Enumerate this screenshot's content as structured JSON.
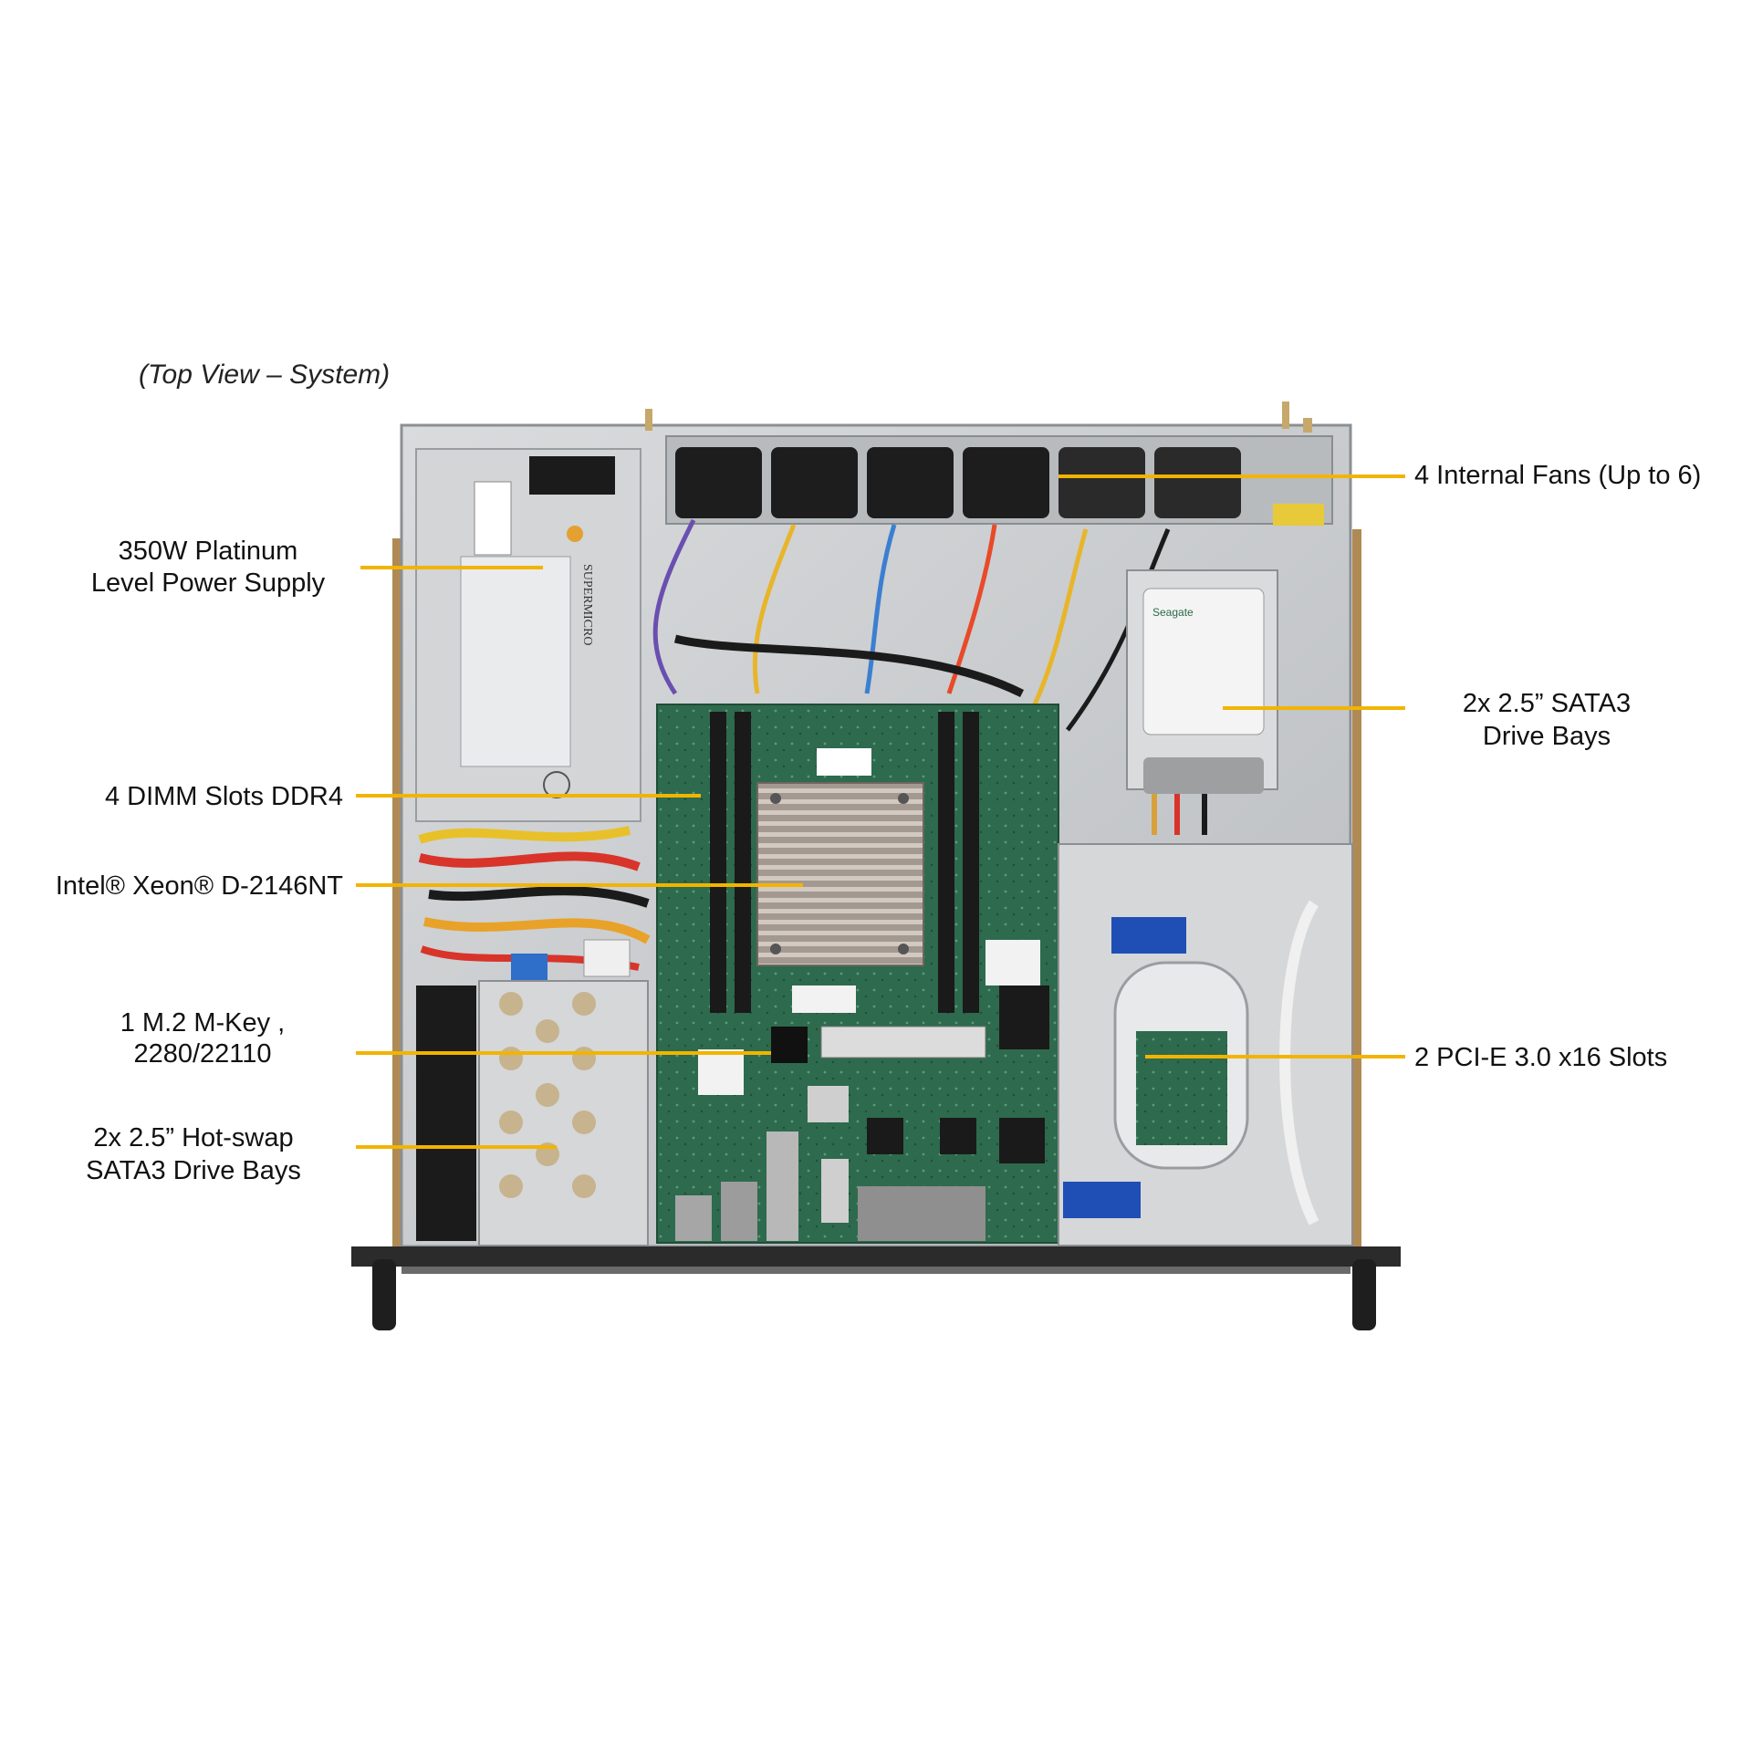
{
  "caption": "(Top View – System)",
  "callouts": {
    "fans": "4 Internal Fans (Up to 6)",
    "psu_line1": "350W Platinum",
    "psu_line2": "Level Power Supply",
    "sata_bays_line1": "2x 2.5” SATA3",
    "sata_bays_line2": "Drive Bays",
    "dimm": "4 DIMM Slots DDR4",
    "cpu": "Intel® Xeon® D-2146NT",
    "pcie": "2 PCI-E 3.0 x16 Slots",
    "m2_line1": "1 M.2 M-Key ,",
    "m2_line2": "2280/22110",
    "hotswap_line1": "2x 2.5” Hot-swap",
    "hotswap_line2": "SATA3 Drive Bays"
  },
  "psu_brand": "SUPERMICRO",
  "hdd_brand": "Seagate",
  "colors": {
    "leader": "#f2b400",
    "chassis": "#c9cbcd",
    "board": "#2f6b4e",
    "blue_label": "#1f4fb5"
  }
}
